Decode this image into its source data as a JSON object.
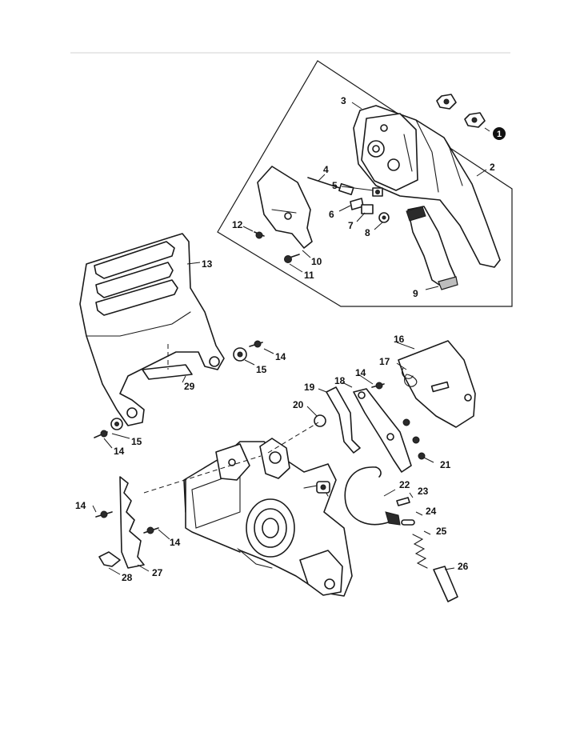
{
  "callouts": {
    "c1": "1",
    "c2": "2",
    "c3": "3",
    "c4": "4",
    "c5": "5",
    "c6": "6",
    "c7": "7",
    "c8": "8",
    "c9": "9",
    "c10": "10",
    "c11": "11",
    "c12": "12",
    "c13": "13",
    "c14a": "14",
    "c14b": "14",
    "c14c": "14",
    "c14d": "14",
    "c14e": "14",
    "c15a": "15",
    "c15b": "15",
    "c16": "16",
    "c17": "17",
    "c18": "18",
    "c19": "19",
    "c20": "20",
    "c21": "21",
    "c22": "22",
    "c23": "23",
    "c24": "24",
    "c25": "25",
    "c26": "26",
    "c27": "27",
    "c28": "28",
    "c29": "29"
  },
  "colors": {
    "line": "#1a1a1a",
    "background": "#ffffff",
    "rule": "#d0d0d0"
  }
}
